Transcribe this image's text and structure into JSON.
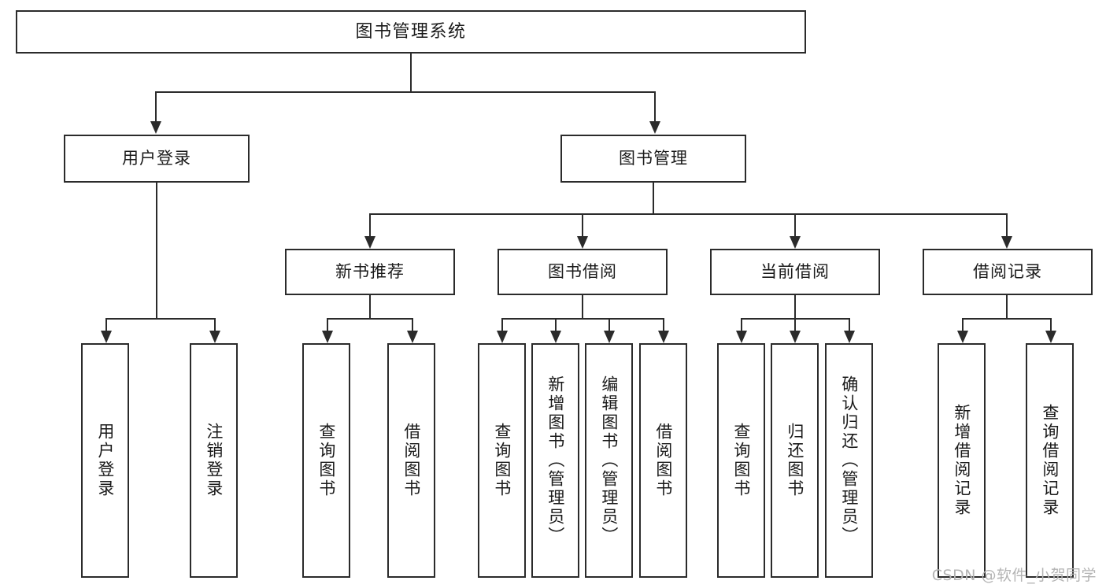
{
  "diagram": {
    "type": "tree",
    "title": "图书管理系统",
    "root": {
      "id": "root",
      "label": "图书管理系统"
    },
    "level2": [
      {
        "id": "user-login",
        "label": "用户登录"
      },
      {
        "id": "book-manage",
        "label": "图书管理"
      }
    ],
    "level3": [
      {
        "id": "new-book-recommend",
        "label": "新书推荐",
        "parent": "book-manage"
      },
      {
        "id": "book-borrow",
        "label": "图书借阅",
        "parent": "book-manage"
      },
      {
        "id": "current-borrow",
        "label": "当前借阅",
        "parent": "book-manage"
      },
      {
        "id": "borrow-record",
        "label": "借阅记录",
        "parent": "book-manage"
      }
    ],
    "leaves": [
      {
        "id": "leaf-user-login",
        "label": "用户登录",
        "parent": "user-login"
      },
      {
        "id": "leaf-logout-login",
        "label": "注销登录",
        "parent": "user-login"
      },
      {
        "id": "leaf-query-book-1",
        "label": "查询图书",
        "parent": "new-book-recommend"
      },
      {
        "id": "leaf-borrow-book-1",
        "label": "借阅图书",
        "parent": "new-book-recommend"
      },
      {
        "id": "leaf-query-book-2",
        "label": "查询图书",
        "parent": "book-borrow"
      },
      {
        "id": "leaf-add-book",
        "label": "新增图书（管理员）",
        "parent": "book-borrow"
      },
      {
        "id": "leaf-edit-book",
        "label": "编辑图书（管理员）",
        "parent": "book-borrow"
      },
      {
        "id": "leaf-borrow-book-2",
        "label": "借阅图书",
        "parent": "book-borrow"
      },
      {
        "id": "leaf-query-book-3",
        "label": "查询图书",
        "parent": "current-borrow"
      },
      {
        "id": "leaf-return-book",
        "label": "归还图书",
        "parent": "current-borrow"
      },
      {
        "id": "leaf-confirm-return",
        "label": "确认归还（管理员）",
        "parent": "current-borrow"
      },
      {
        "id": "leaf-add-record",
        "label": "新增借阅记录",
        "parent": "borrow-record"
      },
      {
        "id": "leaf-query-record",
        "label": "查询借阅记录",
        "parent": "borrow-record"
      }
    ],
    "colors": {
      "stroke": "#2b2b2b",
      "fill": "#ffffff",
      "text": "#1a1a1a",
      "watermark": "#b4b4b4"
    }
  },
  "watermark": {
    "text": "CSDN @软件_小贺同学"
  }
}
